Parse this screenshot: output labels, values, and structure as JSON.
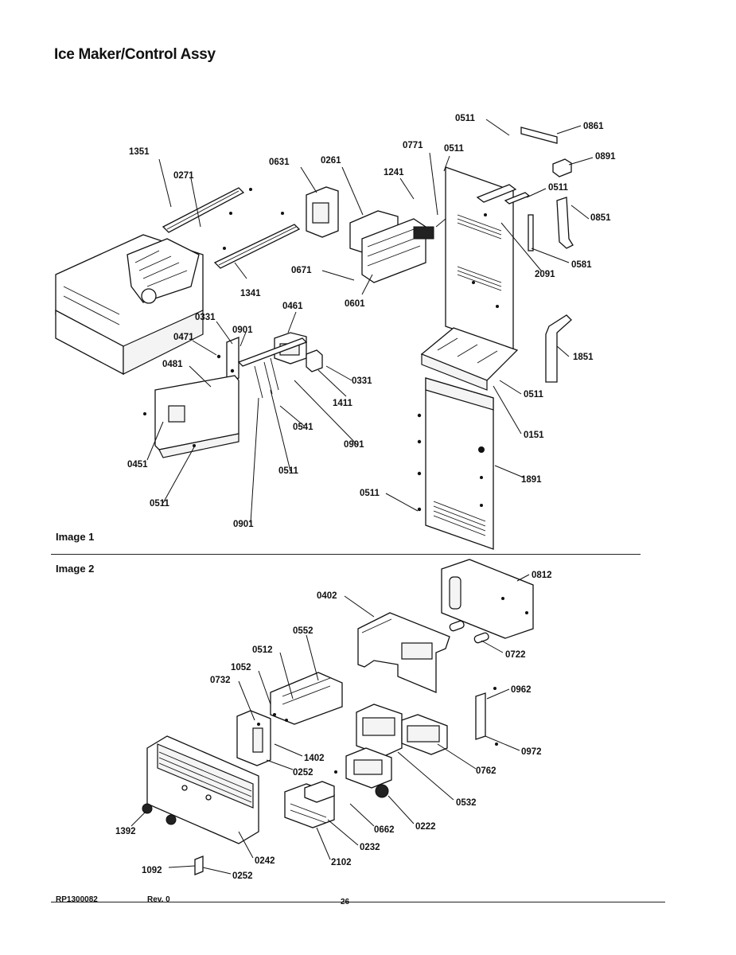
{
  "title": "Ice Maker/Control Assy",
  "sections": {
    "image1": "Image 1",
    "image2": "Image 2"
  },
  "footer": {
    "doc_number": "RP1300082",
    "revision": "Rev. 0",
    "page": "26"
  },
  "image1_callouts": {
    "c0511a": "0511",
    "c0861": "0861",
    "c0771": "0771",
    "c0511b": "0511",
    "c0891": "0891",
    "c1351": "1351",
    "c0631": "0631",
    "c0261": "0261",
    "c1241": "1241",
    "c0271": "0271",
    "c0511c": "0511",
    "c0851": "0851",
    "c0581": "0581",
    "c2091": "2091",
    "c0671": "0671",
    "c1341": "1341",
    "c0601": "0601",
    "c0461": "0461",
    "c0331a": "0331",
    "c0901a": "0901",
    "c1851": "1851",
    "c0471": "0471",
    "c0331b": "0331",
    "c0481": "0481",
    "c1411": "1411",
    "c0511d": "0511",
    "c0541": "0541",
    "c0151": "0151",
    "c0901b": "0901",
    "c0451": "0451",
    "c0511e": "0511",
    "c1891": "1891",
    "c0511f": "0511",
    "c0511g": "0511",
    "c0901c": "0901"
  },
  "image2_callouts": {
    "c0812": "0812",
    "c0402": "0402",
    "c0552": "0552",
    "c0722": "0722",
    "c0512": "0512",
    "c1052": "1052",
    "c0732": "0732",
    "c0962": "0962",
    "c1402": "1402",
    "c0972": "0972",
    "c0252a": "0252",
    "c0762": "0762",
    "c0532": "0532",
    "c1392": "1392",
    "c0662": "0662",
    "c0222": "0222",
    "c0232": "0232",
    "c0242": "0242",
    "c2102": "2102",
    "c1092": "1092",
    "c0252b": "0252"
  }
}
